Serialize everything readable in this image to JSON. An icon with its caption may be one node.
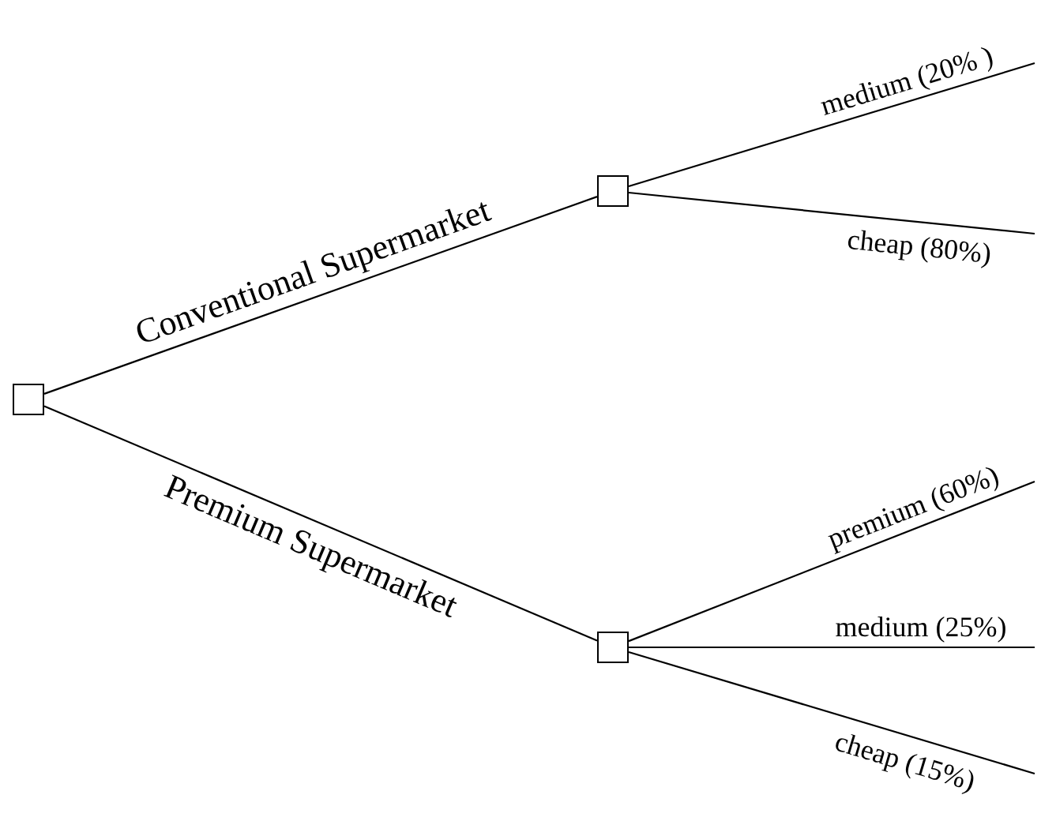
{
  "diagram": {
    "nodes": [
      {
        "text": [],
        "shape": "box"
      },
      {
        "text": [],
        "shape": "box"
      },
      {
        "text": [],
        "shape": "box"
      }
    ],
    "edges": [
      {
        "from": 0,
        "to": 1,
        "arrow": "none",
        "label": "Conventional Supermarket"
      },
      {
        "from": 0,
        "to": 2,
        "arrow": "none",
        "label": "Premium Supermarket"
      },
      {
        "from": 1,
        "to": null,
        "arrow": "none",
        "label": "medium (20% )"
      },
      {
        "from": 1,
        "to": null,
        "arrow": "none",
        "label": "cheap (80%)"
      },
      {
        "from": 2,
        "to": null,
        "arrow": "none",
        "label": "premium (60%)"
      },
      {
        "from": 2,
        "to": null,
        "arrow": "none",
        "label": "medium (25%)"
      },
      {
        "from": 2,
        "to": null,
        "arrow": "none",
        "label": "cheap (15%)"
      }
    ]
  }
}
